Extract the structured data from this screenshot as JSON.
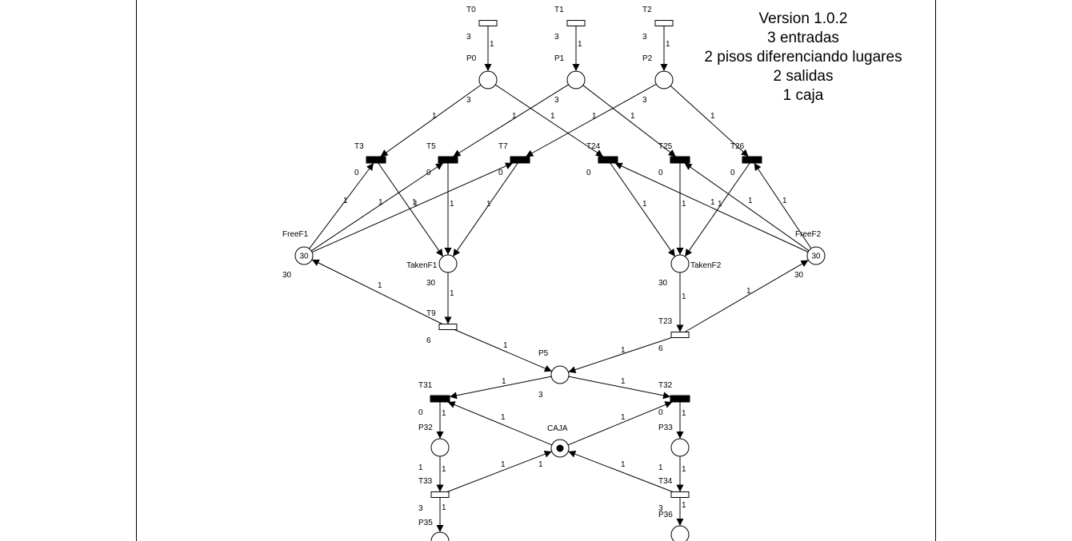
{
  "version_block": [
    "Version 1.0.2",
    "3 entradas",
    "2 pisos diferenciando lugares",
    "2 salidas",
    "1 caja"
  ],
  "places": [
    {
      "id": "P0",
      "label": "P0",
      "tokens": "3"
    },
    {
      "id": "P1",
      "label": "P1",
      "tokens": "3"
    },
    {
      "id": "P2",
      "label": "P2",
      "tokens": "3"
    },
    {
      "id": "FreeF1",
      "label": "FreeF1",
      "tokens": "30",
      "count": "30"
    },
    {
      "id": "TakenF1",
      "label": "TakenF1",
      "tokens": "30"
    },
    {
      "id": "TakenF2",
      "label": "TakenF2",
      "tokens": "30"
    },
    {
      "id": "FreeF2",
      "label": "FreeF2",
      "tokens": "30",
      "count": "30"
    },
    {
      "id": "P5",
      "label": "P5",
      "tokens": "3"
    },
    {
      "id": "CAJA",
      "label": "CAJA",
      "tokens": "1"
    },
    {
      "id": "P32",
      "label": "P32",
      "tokens": "1"
    },
    {
      "id": "P33",
      "label": "P33",
      "tokens": "1"
    },
    {
      "id": "P35",
      "label": "P35",
      "tokens": ""
    },
    {
      "id": "P36",
      "label": "P36",
      "tokens": ""
    }
  ],
  "transitions": [
    {
      "id": "T0",
      "label": "T0",
      "value": "3",
      "kind": "timed"
    },
    {
      "id": "T1",
      "label": "T1",
      "value": "3",
      "kind": "timed"
    },
    {
      "id": "T2",
      "label": "T2",
      "value": "3",
      "kind": "timed"
    },
    {
      "id": "T3",
      "label": "T3",
      "value": "0",
      "kind": "immediate"
    },
    {
      "id": "T5",
      "label": "T5",
      "value": "0",
      "kind": "immediate"
    },
    {
      "id": "T7",
      "label": "T7",
      "value": "0",
      "kind": "immediate"
    },
    {
      "id": "T24",
      "label": "T24",
      "value": "0",
      "kind": "immediate"
    },
    {
      "id": "T25",
      "label": "T25",
      "value": "0",
      "kind": "immediate"
    },
    {
      "id": "T26",
      "label": "T26",
      "value": "0",
      "kind": "immediate"
    },
    {
      "id": "T9",
      "label": "T9",
      "value": "6",
      "kind": "timed"
    },
    {
      "id": "T23",
      "label": "T23",
      "value": "6",
      "kind": "timed"
    },
    {
      "id": "T31",
      "label": "T31",
      "value": "0",
      "kind": "immediate"
    },
    {
      "id": "T32",
      "label": "T32",
      "value": "0",
      "kind": "immediate"
    },
    {
      "id": "T33",
      "label": "T33",
      "value": "3",
      "kind": "timed"
    },
    {
      "id": "T34",
      "label": "T34",
      "value": "3",
      "kind": "timed"
    }
  ],
  "arcs": [
    {
      "from": "T0",
      "to": "P0",
      "weight": "1"
    },
    {
      "from": "T1",
      "to": "P1",
      "weight": "1"
    },
    {
      "from": "T2",
      "to": "P2",
      "weight": "1"
    },
    {
      "from": "P0",
      "to": "T3",
      "weight": "1"
    },
    {
      "from": "P0",
      "to": "T24",
      "weight": "1"
    },
    {
      "from": "P1",
      "to": "T5",
      "weight": "1"
    },
    {
      "from": "P1",
      "to": "T25",
      "weight": "1"
    },
    {
      "from": "P2",
      "to": "T7",
      "weight": "1"
    },
    {
      "from": "P2",
      "to": "T26",
      "weight": "1"
    },
    {
      "from": "FreeF1",
      "to": "T3",
      "weight": "1"
    },
    {
      "from": "FreeF1",
      "to": "T5",
      "weight": "1"
    },
    {
      "from": "FreeF1",
      "to": "T7",
      "weight": "1"
    },
    {
      "from": "T3",
      "to": "TakenF1",
      "weight": "1"
    },
    {
      "from": "T5",
      "to": "TakenF1",
      "weight": "1"
    },
    {
      "from": "T7",
      "to": "TakenF1",
      "weight": "1"
    },
    {
      "from": "FreeF2",
      "to": "T24",
      "weight": "1"
    },
    {
      "from": "FreeF2",
      "to": "T25",
      "weight": "1"
    },
    {
      "from": "FreeF2",
      "to": "T26",
      "weight": "1"
    },
    {
      "from": "T24",
      "to": "TakenF2",
      "weight": "1"
    },
    {
      "from": "T25",
      "to": "TakenF2",
      "weight": "1"
    },
    {
      "from": "T26",
      "to": "TakenF2",
      "weight": "1"
    },
    {
      "from": "TakenF1",
      "to": "T9",
      "weight": "1"
    },
    {
      "from": "TakenF2",
      "to": "T23",
      "weight": "1"
    },
    {
      "from": "T9",
      "to": "FreeF1",
      "weight": "1"
    },
    {
      "from": "T23",
      "to": "FreeF2",
      "weight": "1"
    },
    {
      "from": "T9",
      "to": "P5",
      "weight": "1"
    },
    {
      "from": "T23",
      "to": "P5",
      "weight": "1"
    },
    {
      "from": "P5",
      "to": "T31",
      "weight": "1"
    },
    {
      "from": "P5",
      "to": "T32",
      "weight": "1"
    },
    {
      "from": "CAJA",
      "to": "T31",
      "weight": "1"
    },
    {
      "from": "CAJA",
      "to": "T32",
      "weight": "1"
    },
    {
      "from": "T31",
      "to": "P32",
      "weight": "1"
    },
    {
      "from": "T32",
      "to": "P33",
      "weight": "1"
    },
    {
      "from": "P32",
      "to": "T33",
      "weight": "1"
    },
    {
      "from": "P33",
      "to": "T34",
      "weight": "1"
    },
    {
      "from": "T33",
      "to": "CAJA",
      "weight": "1"
    },
    {
      "from": "T34",
      "to": "CAJA",
      "weight": "1"
    },
    {
      "from": "T33",
      "to": "P35",
      "weight": "1"
    },
    {
      "from": "T34",
      "to": "P36",
      "weight": "1"
    }
  ]
}
